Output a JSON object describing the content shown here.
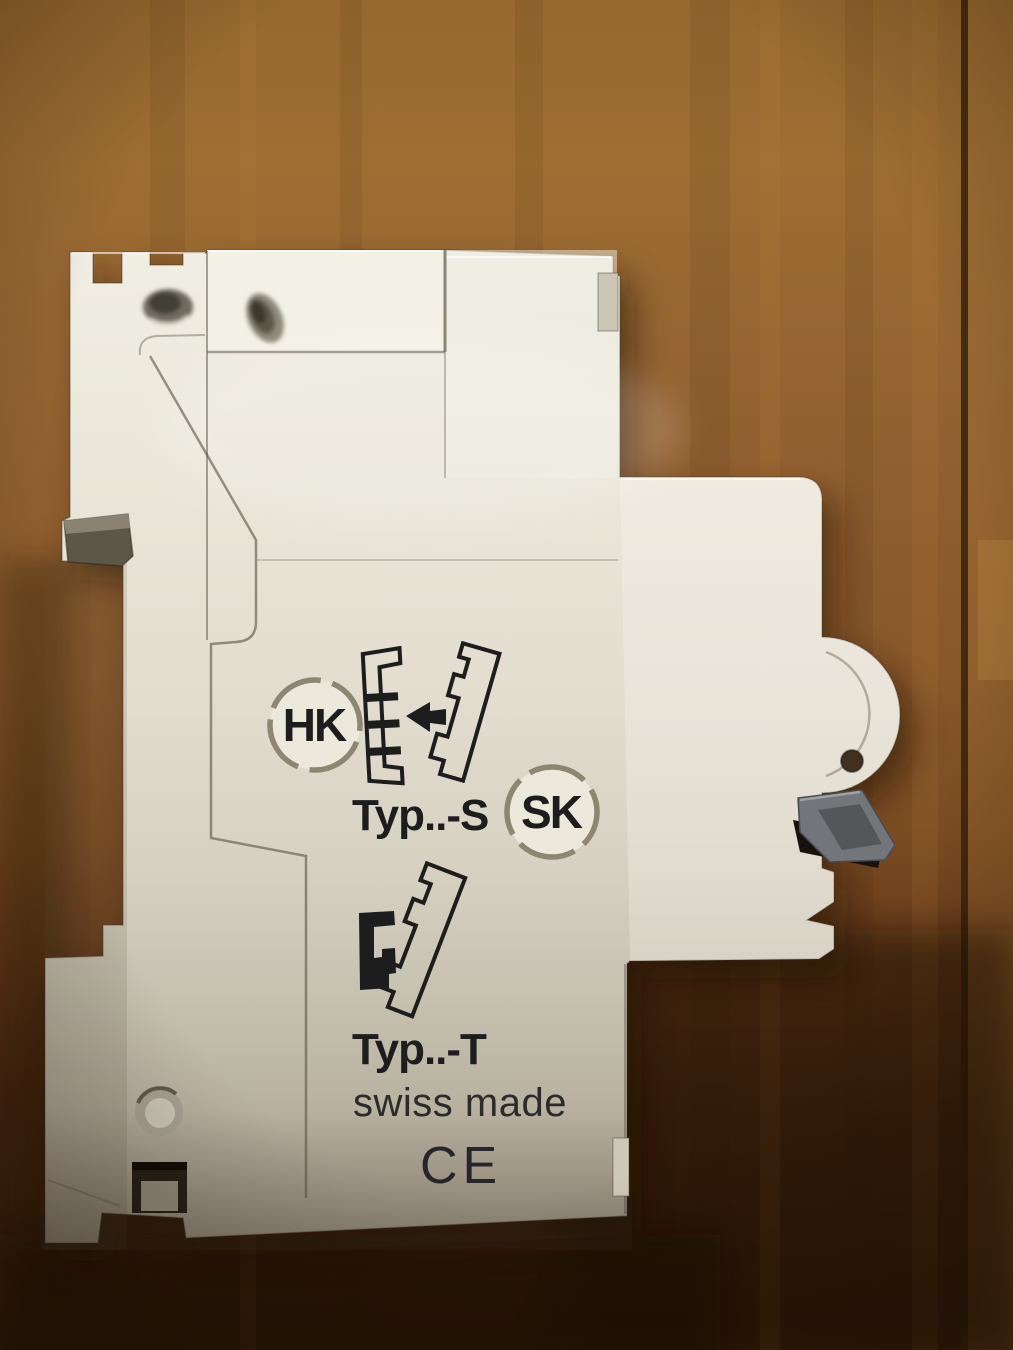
{
  "scene": {
    "description": "White DIN-rail device lying on its side on a wooden table",
    "background": {
      "wood_light": "#9e6e33",
      "wood_mid": "#88572a",
      "wood_dark": "#4a2712",
      "wood_shadow": "#331a0b",
      "plank_seam": "#38220f"
    }
  },
  "device": {
    "body_color": "#e9e5d8",
    "body_shadow_color": "#a49d8c",
    "panel_color": "#f3f0e6",
    "lever_color": "#72767a",
    "print_color": "#1d1d1d",
    "markings": {
      "hk": "HK",
      "sk": "SK",
      "typ_s": "Typ..-S",
      "typ_t": "Typ..-T",
      "swiss_made": "swiss made",
      "ce": "CE"
    },
    "icons": [
      {
        "name": "din-rail-snap-type-s-diagram"
      },
      {
        "name": "din-rail-hook-type-t-diagram"
      }
    ]
  }
}
